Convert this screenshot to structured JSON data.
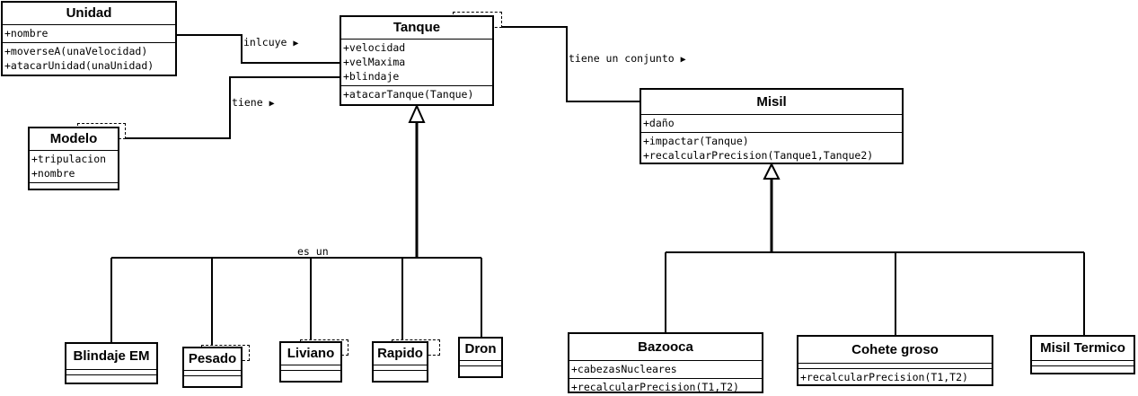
{
  "classes": {
    "unidad": {
      "name": "Unidad",
      "attributes": [
        "+nombre"
      ],
      "methods": [
        "+moverseA(unaVelocidad)",
        "+atacarUnidad(unaUnidad)"
      ]
    },
    "tanque": {
      "name": "Tanque",
      "attributes": [
        "+velocidad",
        "+velMaxima",
        "+blindaje"
      ],
      "methods": [
        "+atacarTanque(Tanque)"
      ]
    },
    "modelo": {
      "name": "Modelo",
      "attributes": [
        "+tripulacion",
        "+nombre"
      ],
      "methods": []
    },
    "misil": {
      "name": "Misil",
      "attributes": [
        "+daño"
      ],
      "methods": [
        "+impactar(Tanque)",
        "+recalcularPrecision(Tanque1,Tanque2)"
      ]
    },
    "blindaje_em": {
      "name": "Blindaje EM",
      "attributes": [],
      "methods": []
    },
    "pesado": {
      "name": "Pesado",
      "attributes": [],
      "methods": []
    },
    "liviano": {
      "name": "Liviano",
      "attributes": [],
      "methods": []
    },
    "rapido": {
      "name": "Rapido",
      "attributes": [],
      "methods": []
    },
    "dron": {
      "name": "Dron",
      "attributes": [],
      "methods": []
    },
    "bazooca": {
      "name": "Bazooca",
      "attributes": [
        "+cabezasNucleares"
      ],
      "methods": [
        "+recalcularPrecision(T1,T2)"
      ]
    },
    "cohete_groso": {
      "name": "Cohete groso",
      "attributes": [],
      "methods": [
        "+recalcularPrecision(T1,T2)"
      ]
    },
    "misil_termico": {
      "name": "Misil Termico",
      "attributes": [],
      "methods": []
    }
  },
  "labels": {
    "inlcuye": "inlcuye",
    "tiene": "tiene",
    "tiene_conjunto": "tiene un conjunto",
    "es_un": "es un",
    "arrow_glyph": "▶"
  },
  "colors": {
    "line": "#000000",
    "background": "#ffffff"
  }
}
